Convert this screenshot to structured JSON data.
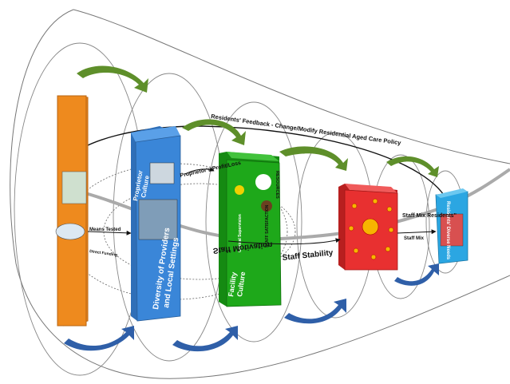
{
  "labels": {
    "feedback": "Residents' Feedback - Change/Modify Residential Aged Care Policy",
    "proprietor_profit": "Proprietor's Profit/Loss",
    "proprietor_culture_1": "Proprietor",
    "proprietor_culture_2": "Culture",
    "diversity_1": "Diversity of Providers",
    "diversity_2": "and Local Settings",
    "facility_culture_1": "Facility",
    "facility_culture_2": "Culture",
    "resources": "RESOURCES",
    "staff_satisfaction": "STAFF SATISFACTION",
    "clinical_supervision": "Clinical Supervision",
    "staff_stability": "Staff Stability",
    "staff_motivation": "Staff Motivation",
    "staff_mix_residents": "Staff Mix Residents\"",
    "staff_mix": "Staff Mix",
    "means_tested": "Means Tested",
    "direct_funding": "Direct Funding",
    "residents_diverse_needs": "Residents' Diverse Needs"
  },
  "colors": {
    "orange": "#ee8a1e",
    "blue": "#3a86d8",
    "green": "#1ea81a",
    "red": "#e83030",
    "cyan": "#2ba6e2",
    "arrow_green": "#5e8f2a",
    "arrow_blue": "#2f5fa8"
  }
}
